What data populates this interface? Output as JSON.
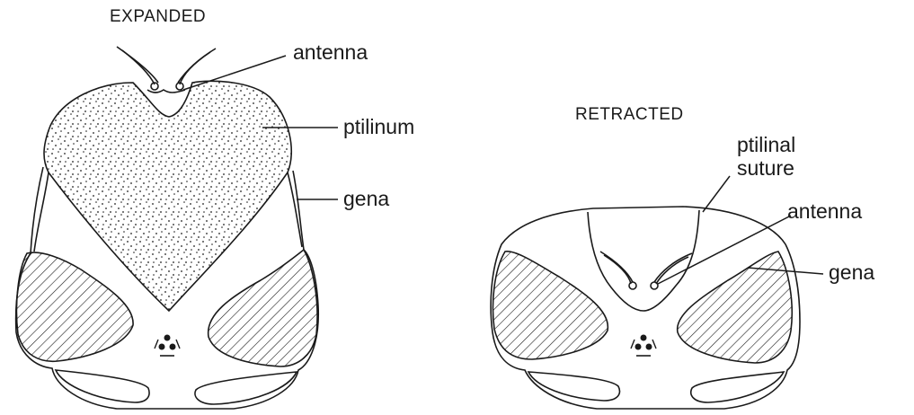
{
  "expanded": {
    "title": "EXPANDED",
    "labels": {
      "antenna": "antenna",
      "ptilinum": "ptilinum",
      "gena": "gena"
    }
  },
  "retracted": {
    "title": "RETRACTED",
    "labels": {
      "ptilinal_suture_line1": "ptilinal",
      "ptilinal_suture_line2": "suture",
      "antenna": "antenna",
      "gena": "gena"
    }
  },
  "colors": {
    "ink": "#1a1a1a",
    "background": "#ffffff"
  }
}
